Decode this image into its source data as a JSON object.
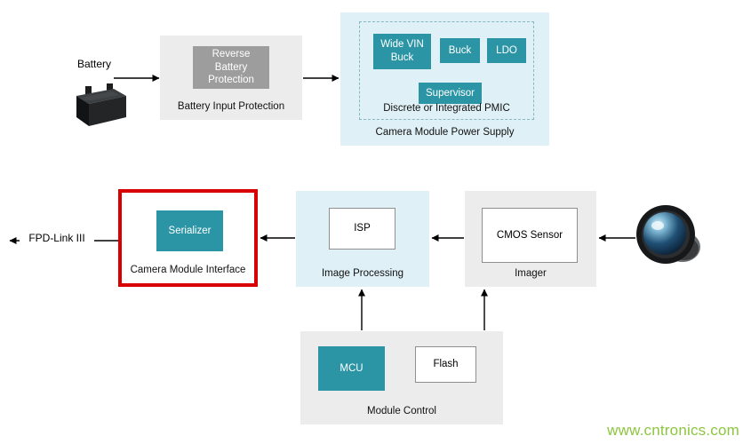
{
  "colors": {
    "teal": "#2C95A5",
    "light_blue": "#DFF0F6",
    "light_gray": "#ECECEC",
    "gray_block": "#9D9D9D",
    "dash": "#85B8C3",
    "red_border": "#D80000",
    "watermark_green": "#8CC63F"
  },
  "labels": {
    "battery": "Battery",
    "fpd_link": "FPD-Link III",
    "watermark": "www.cntronics.com"
  },
  "battery_input": {
    "title": "Battery Input Protection",
    "block": "Reverse Battery Protection"
  },
  "power_supply": {
    "title": "Camera Module Power Supply",
    "pmic_title": "Discrete or Integrated PMIC",
    "wide_vin_buck": "Wide VIN Buck",
    "buck": "Buck",
    "ldo": "LDO",
    "supervisor": "Supervisor"
  },
  "camera_interface": {
    "title": "Camera Module Interface",
    "block": "Serializer"
  },
  "image_processing": {
    "title": "Image Processing",
    "block": "ISP"
  },
  "imager": {
    "title": "Imager",
    "block": "CMOS Sensor"
  },
  "module_control": {
    "title": "Module Control",
    "mcu": "MCU",
    "flash": "Flash"
  },
  "icons": {
    "battery": "car-battery",
    "lens": "fisheye-camera-lens"
  }
}
